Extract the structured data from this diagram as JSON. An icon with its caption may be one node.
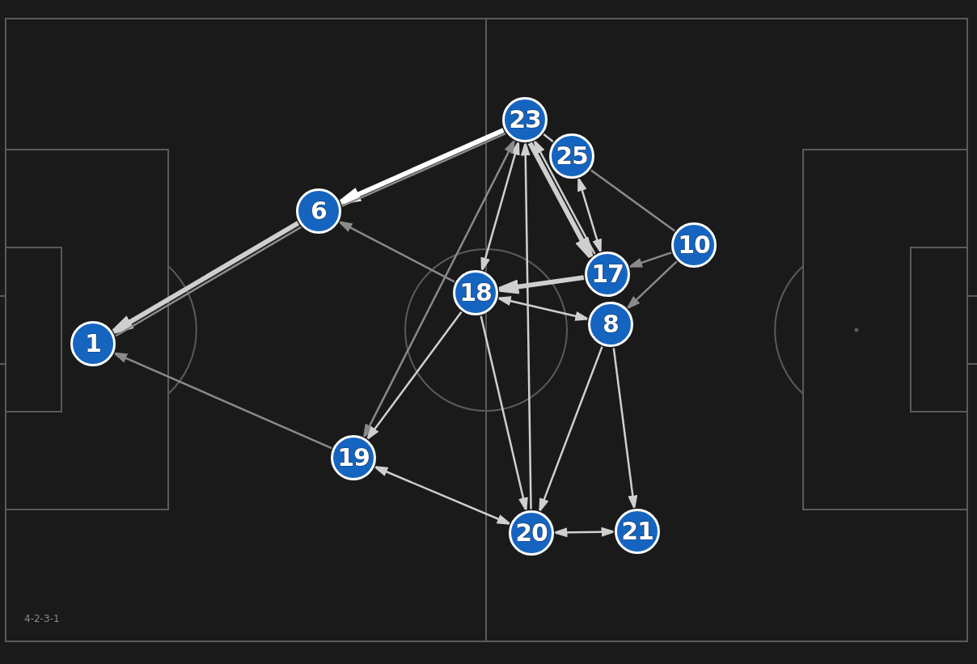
{
  "diagram": {
    "nodes": [
      {
        "text": [
          "23"
        ]
      },
      {
        "text": [
          "25"
        ]
      },
      {
        "text": [
          "6"
        ]
      },
      {
        "text": [
          "10"
        ]
      },
      {
        "text": [
          "17"
        ]
      },
      {
        "text": [
          "18"
        ]
      },
      {
        "text": [
          "8"
        ]
      },
      {
        "text": [
          "1"
        ]
      },
      {
        "text": [
          "19"
        ]
      },
      {
        "text": [
          "20"
        ]
      },
      {
        "text": [
          "21"
        ]
      }
    ],
    "edges": [
      {
        "from": 0,
        "to": 2,
        "arrow": "to",
        "style": "thick",
        "color": "#ffffff"
      },
      {
        "from": 2,
        "to": 0,
        "arrow": "none",
        "color": "#8a8a8a"
      },
      {
        "from": 2,
        "to": 7,
        "arrow": "to",
        "style": "thick"
      },
      {
        "from": 7,
        "to": 2,
        "arrow": "none",
        "color": "#8a8a8a"
      },
      {
        "from": 5,
        "to": 2,
        "arrow": "to",
        "color": "#8a8a8a"
      },
      {
        "from": 8,
        "to": 7,
        "arrow": "to",
        "color": "#8a8a8a"
      },
      {
        "from": 5,
        "to": 0,
        "arrow": "both"
      },
      {
        "from": 8,
        "to": 0,
        "arrow": "both",
        "color": "#8a8a8a"
      },
      {
        "from": 5,
        "to": 8,
        "arrow": "to"
      },
      {
        "from": 9,
        "to": 0,
        "arrow": "to"
      },
      {
        "from": 5,
        "to": 9,
        "arrow": "to"
      },
      {
        "from": 6,
        "to": 9,
        "arrow": "to"
      },
      {
        "from": 6,
        "to": 10,
        "arrow": "to"
      },
      {
        "from": 9,
        "to": 10,
        "arrow": "both"
      },
      {
        "from": 8,
        "to": 9,
        "arrow": "both"
      },
      {
        "from": 6,
        "to": 5,
        "arrow": "both"
      },
      {
        "from": 4,
        "to": 5,
        "arrow": "to",
        "style": "thick"
      },
      {
        "from": 0,
        "to": 4,
        "arrow": "to",
        "style": "thick"
      },
      {
        "from": 4,
        "to": 0,
        "arrow": "to"
      },
      {
        "from": 1,
        "to": 4,
        "arrow": "both"
      },
      {
        "from": 0,
        "to": 1,
        "arrow": "none"
      },
      {
        "from": 1,
        "to": 3,
        "arrow": "none",
        "color": "#8a8a8a"
      },
      {
        "from": 3,
        "to": 4,
        "arrow": "to",
        "color": "#8a8a8a"
      },
      {
        "from": 3,
        "to": 6,
        "arrow": "to",
        "color": "#8a8a8a"
      }
    ],
    "labels": [
      "4-2-3-1"
    ]
  }
}
